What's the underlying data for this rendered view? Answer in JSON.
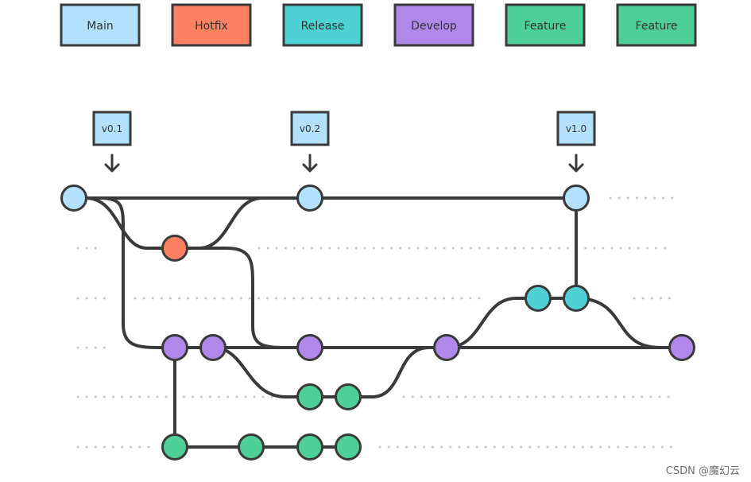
{
  "legend": [
    {
      "label": "Main",
      "color": "#b3e0fb"
    },
    {
      "label": "Hotfix",
      "color": "#fd8062"
    },
    {
      "label": "Release",
      "color": "#4dd1d3"
    },
    {
      "label": "Develop",
      "color": "#b088e9"
    },
    {
      "label": "Feature",
      "color": "#4fcf98"
    },
    {
      "label": "Feature",
      "color": "#4fcf98"
    }
  ],
  "tags": [
    {
      "label": "v0.1"
    },
    {
      "label": "v0.2"
    },
    {
      "label": "v1.0"
    }
  ],
  "colors": {
    "line": "#3a3a3a",
    "dots": "#c8c8c8",
    "main": "#b3e0fb",
    "hotfix": "#fd8062",
    "release": "#4dd1d3",
    "develop": "#b088e9",
    "feature": "#4fcf98"
  },
  "watermark": "CSDN @魔幻云"
}
